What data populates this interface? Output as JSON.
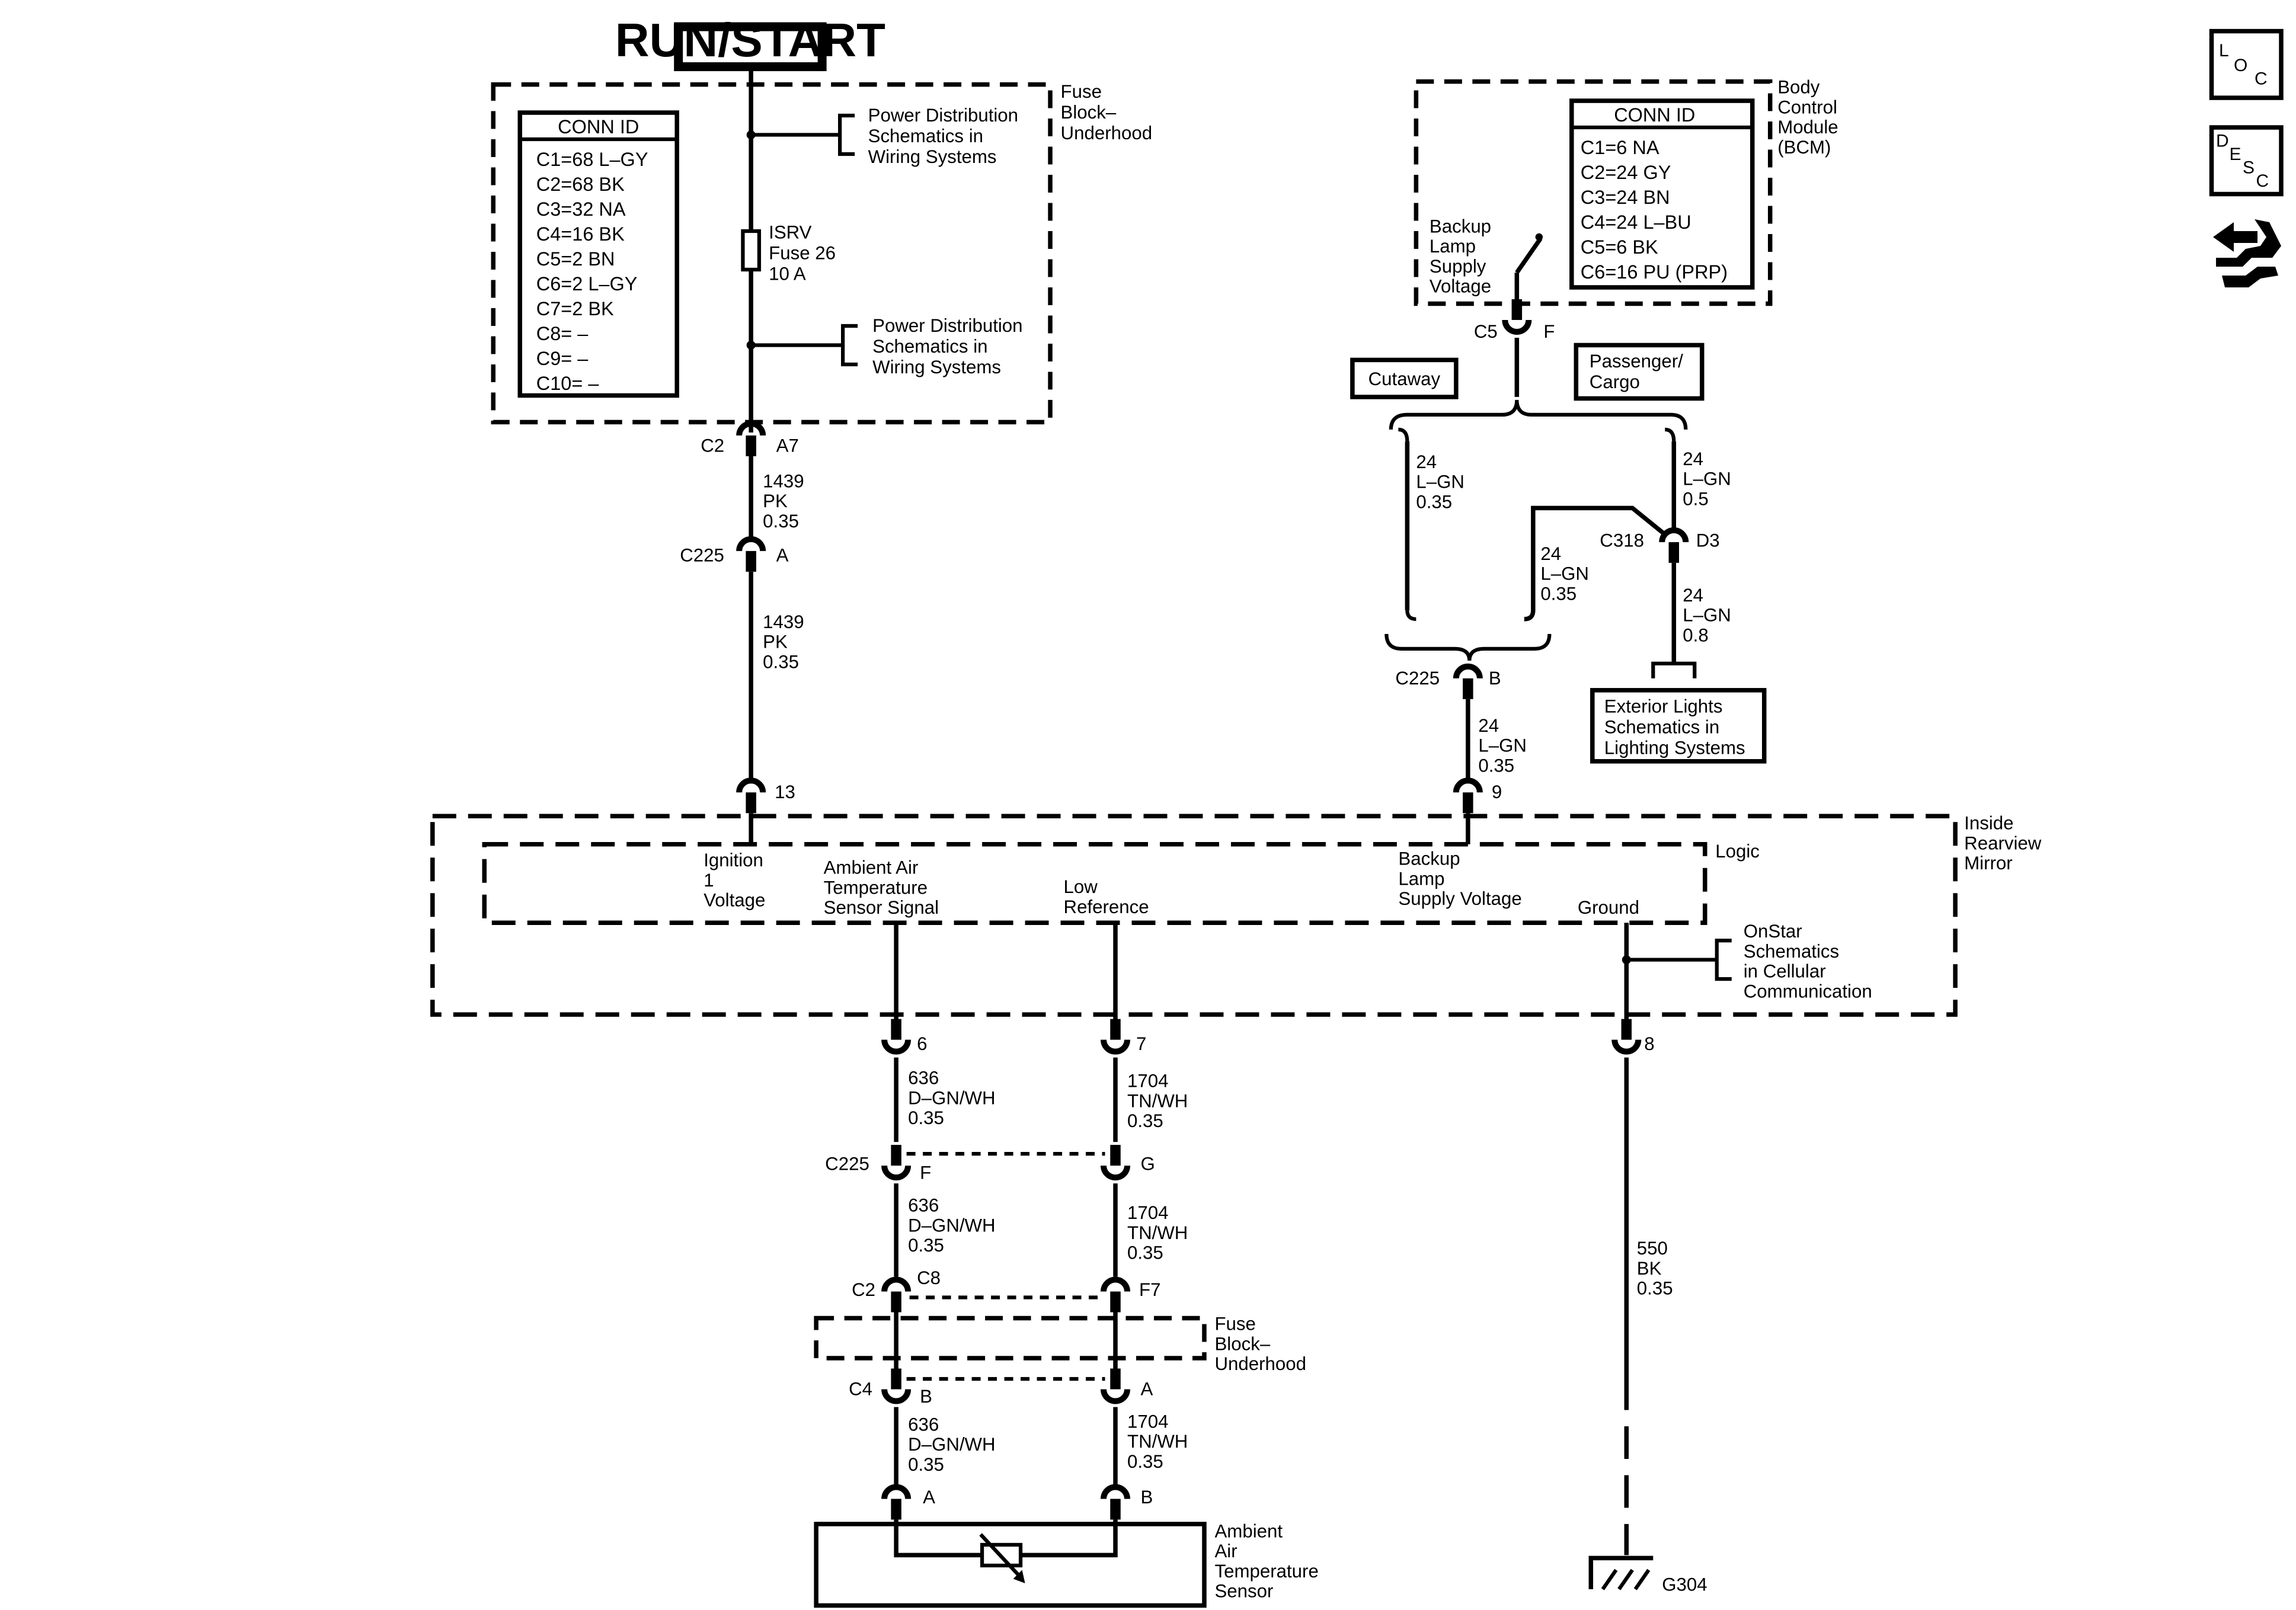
{
  "power": {
    "source": "RUN/START"
  },
  "fuse_block_top": {
    "label": [
      "Fuse",
      "Block–",
      "Underhood"
    ],
    "conn_title": "CONN ID",
    "conn": [
      "C1=68 L–GY",
      "C2=68 BK",
      "C3=32 NA",
      "C4=16 BK",
      "C5=2 BN",
      "C6=2 L–GY",
      "C7=2 BK",
      "C8= –",
      "C9= –",
      "C10= –"
    ],
    "pds1": [
      "Power Distribution",
      "Schematics in",
      "Wiring  Systems"
    ],
    "pds2": [
      "Power Distribution",
      "Schematics in",
      "Wiring  Systems"
    ],
    "fuse": [
      "ISRV",
      "Fuse 26",
      "10 A"
    ]
  },
  "left_wire": {
    "c2": "C2",
    "a7": "A7",
    "wire1": [
      "1439",
      "PK",
      "0.35"
    ],
    "c225": "C225",
    "a": "A",
    "wire2": [
      "1439",
      "PK",
      "0.35"
    ],
    "pin13": "13"
  },
  "bcm": {
    "label": [
      "Body",
      "Control",
      "Module",
      "(BCM)"
    ],
    "conn_title": "CONN ID",
    "conn": [
      "C1=6 NA",
      "C2=24 GY",
      "C3=24 BN",
      "C4=24 L–BU",
      "C5=6 BK",
      "C6=16 PU (PRP)"
    ],
    "backup": [
      "Backup",
      "Lamp",
      "Supply",
      "Voltage"
    ],
    "c5": "C5",
    "f": "F"
  },
  "right_branch": {
    "cutaway": "Cutaway",
    "passenger": [
      "Passenger/",
      "Cargo"
    ],
    "w_left": [
      "24",
      "L–GN",
      "0.35"
    ],
    "w_right": [
      "24",
      "L–GN",
      "0.5"
    ],
    "w_mid": [
      "24",
      "L–GN",
      "0.35"
    ],
    "c318": "C318",
    "d3": "D3",
    "w_ext": [
      "24",
      "L–GN",
      "0.8"
    ],
    "ext": [
      "Exterior Lights",
      "Schematics in",
      "Lighting Systems"
    ],
    "c225": "C225",
    "b": "B",
    "w_down": [
      "24",
      "L–GN",
      "0.35"
    ],
    "pin9": "9"
  },
  "mirror": {
    "label": [
      "Inside",
      "Rearview",
      "Mirror"
    ],
    "logic": "Logic",
    "ign": [
      "Ignition",
      "1",
      "Voltage"
    ],
    "aat": [
      "Ambient Air",
      "Temperature",
      "Sensor Signal"
    ],
    "low": [
      "Low",
      "Reference"
    ],
    "backup": [
      "Backup",
      "Lamp",
      "Supply Voltage"
    ],
    "ground": "Ground",
    "onstar": [
      "OnStar",
      "Schematics",
      "in Cellular",
      "Communication"
    ]
  },
  "bottom": {
    "pin6": "6",
    "pin7": "7",
    "pin8": "8",
    "w636a": [
      "636",
      "D–GN/WH",
      "0.35"
    ],
    "w1704a": [
      "1704",
      "TN/WH",
      "0.35"
    ],
    "c225": "C225",
    "f": "F",
    "g": "G",
    "w636b": [
      "636",
      "D–GN/WH",
      "0.35"
    ],
    "w1704b": [
      "1704",
      "TN/WH",
      "0.35"
    ],
    "c2": "C2",
    "c8": "C8",
    "f7": "F7",
    "fuse_label": [
      "Fuse",
      "Block–",
      "Underhood"
    ],
    "c4": "C4",
    "b": "B",
    "a": "A",
    "w636c": [
      "636",
      "D–GN/WH",
      "0.35"
    ],
    "w1704c": [
      "1704",
      "TN/WH",
      "0.35"
    ],
    "sa": "A",
    "sb": "B",
    "sensor": [
      "Ambient",
      "Air",
      "Temperature",
      "Sensor"
    ],
    "w550": [
      "550",
      "BK",
      "0.35"
    ],
    "g304": "G304"
  },
  "icons": {
    "loc": [
      "L",
      "O",
      "C"
    ],
    "desc": [
      "D",
      "E",
      "S",
      "C"
    ]
  }
}
